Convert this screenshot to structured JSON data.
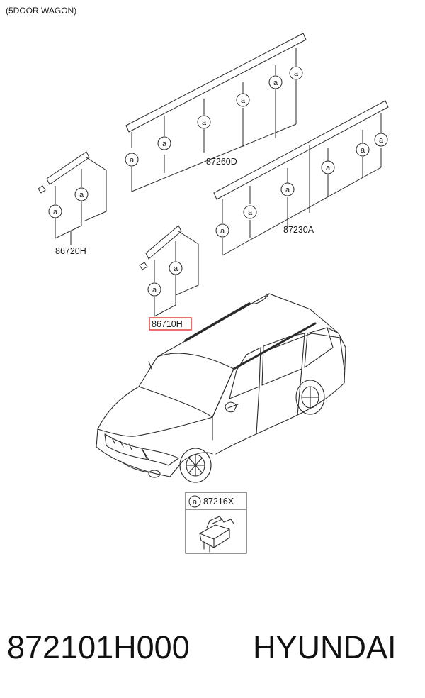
{
  "header": {
    "variant": "(5DOOR WAGON)"
  },
  "clip_symbol": "a",
  "parts": {
    "roof_rack_upper": "87260D",
    "roof_rack_lower": "87230A",
    "rear_molding_left": "86720H",
    "rear_molding_right": "86710H",
    "clip_kit": "87216X"
  },
  "highlighted_part": "86710H",
  "footer": {
    "part_number": "872101H000",
    "brand": "HYUNDAI"
  },
  "colors": {
    "highlight": "#e0342f",
    "line": "#2a2a2a"
  }
}
